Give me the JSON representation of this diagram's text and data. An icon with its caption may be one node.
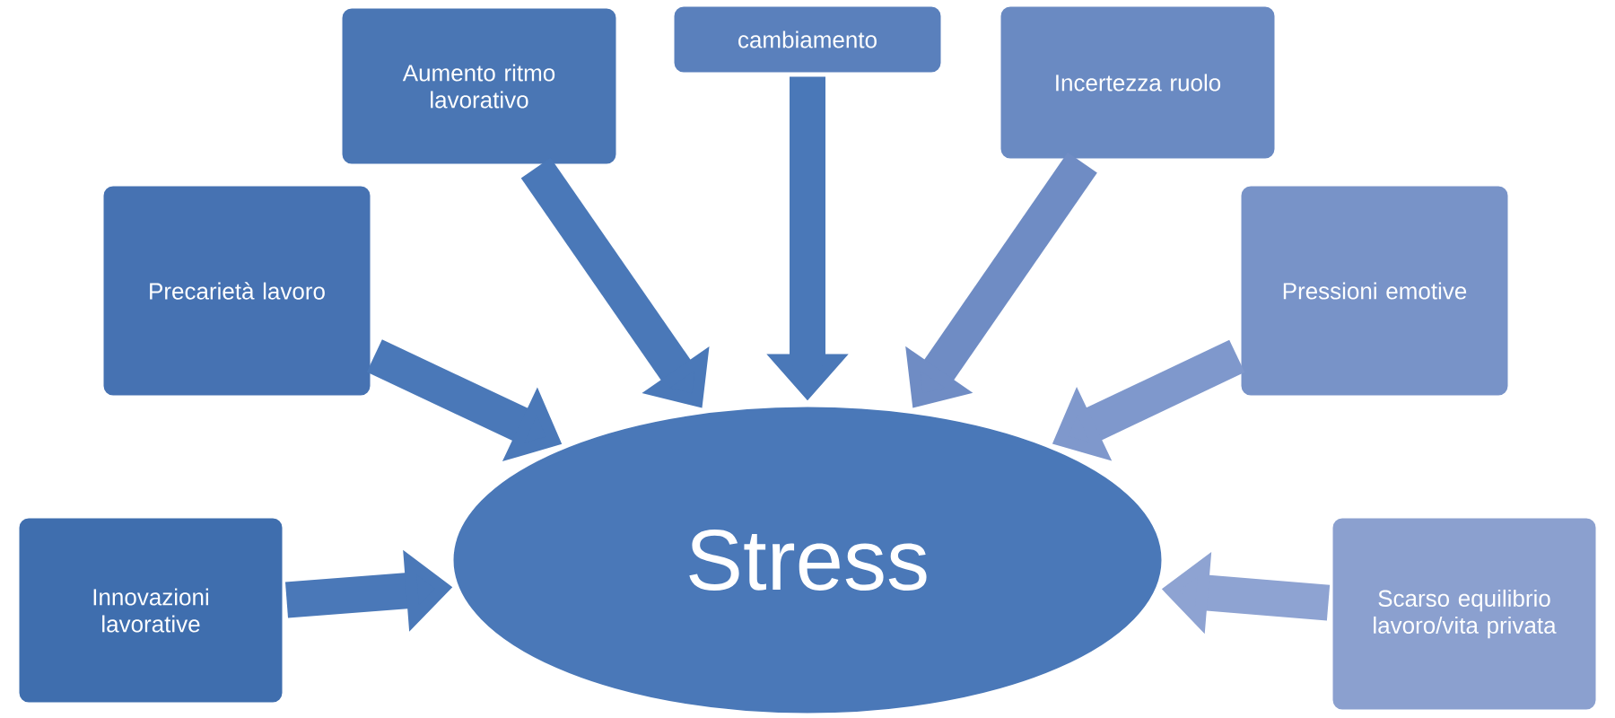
{
  "diagram": {
    "nodes": [
      {
        "text": [
          "Stress"
        ]
      },
      {
        "text": [
          "Innovazioni lavorative"
        ]
      },
      {
        "text": [
          "Precarietà lavoro"
        ]
      },
      {
        "text": [
          "Aumento ritmo lavorativo"
        ]
      },
      {
        "text": [
          "cambiamento"
        ]
      },
      {
        "text": [
          "Incertezza ruolo"
        ]
      },
      {
        "text": [
          "Pressioni emotive"
        ]
      },
      {
        "text": [
          "Scarso equilibrio lavoro/vita privata"
        ]
      }
    ],
    "edges": [
      {
        "from": 1,
        "to": 0,
        "arrow": "to"
      },
      {
        "from": 2,
        "to": 0,
        "arrow": "to"
      },
      {
        "from": 3,
        "to": 0,
        "arrow": "to"
      },
      {
        "from": 4,
        "to": 0,
        "arrow": "to"
      },
      {
        "from": 5,
        "to": 0,
        "arrow": "to",
        "color": "#6f8cc4"
      },
      {
        "from": 6,
        "to": 0,
        "arrow": "to",
        "color": "#7f98cc"
      },
      {
        "from": 7,
        "to": 0,
        "arrow": "to",
        "color": "#8ea3d2"
      }
    ]
  }
}
